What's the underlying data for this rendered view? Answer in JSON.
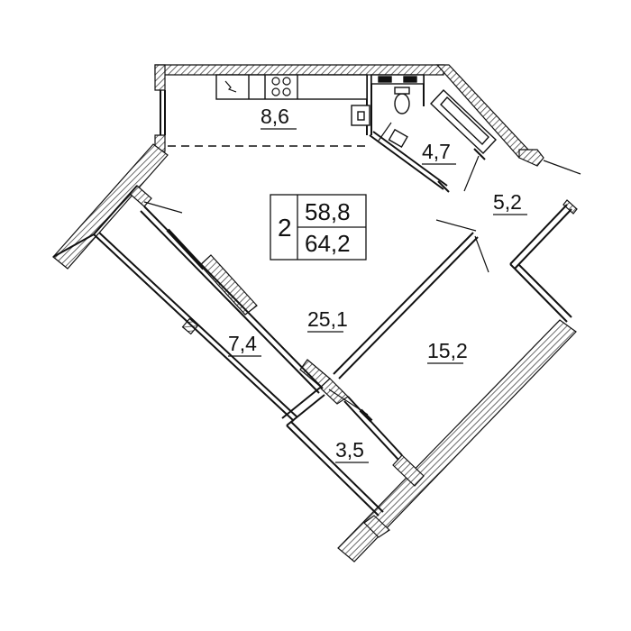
{
  "apartment": {
    "rooms": "2",
    "living_area": "58,8",
    "total_area": "64,2"
  },
  "room_areas": [
    {
      "name": "kitchen",
      "label": "8,6"
    },
    {
      "name": "bathroom",
      "label": "4,7"
    },
    {
      "name": "hallway",
      "label": "5,2"
    },
    {
      "name": "living-room",
      "label": "25,1"
    },
    {
      "name": "bedroom",
      "label": "15,2"
    },
    {
      "name": "balcony-large",
      "label": "7,4"
    },
    {
      "name": "balcony-small",
      "label": "3,5"
    }
  ],
  "colors": {
    "line": "#111111",
    "hatch": "#444444",
    "background": "#ffffff"
  }
}
